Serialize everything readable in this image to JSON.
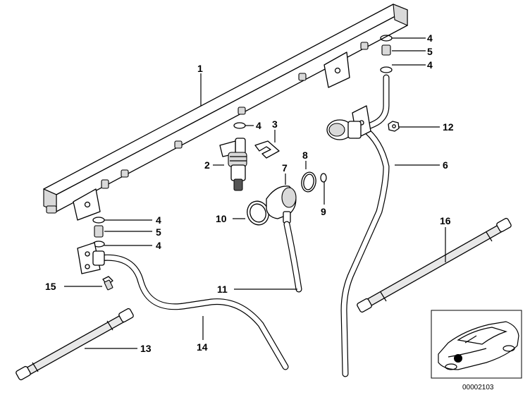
{
  "callouts": {
    "c1": "1",
    "c2": "2",
    "c3": "3",
    "c4a": "4",
    "c4b": "4",
    "c4c": "4",
    "c4d": "4",
    "c4e": "4",
    "c5a": "5",
    "c5b": "5",
    "c6": "6",
    "c7": "7",
    "c8": "8",
    "c9": "9",
    "c10": "10",
    "c11": "11",
    "c12": "12",
    "c13": "13",
    "c14": "14",
    "c15": "15",
    "c16": "16"
  },
  "doc_number": "00002103"
}
